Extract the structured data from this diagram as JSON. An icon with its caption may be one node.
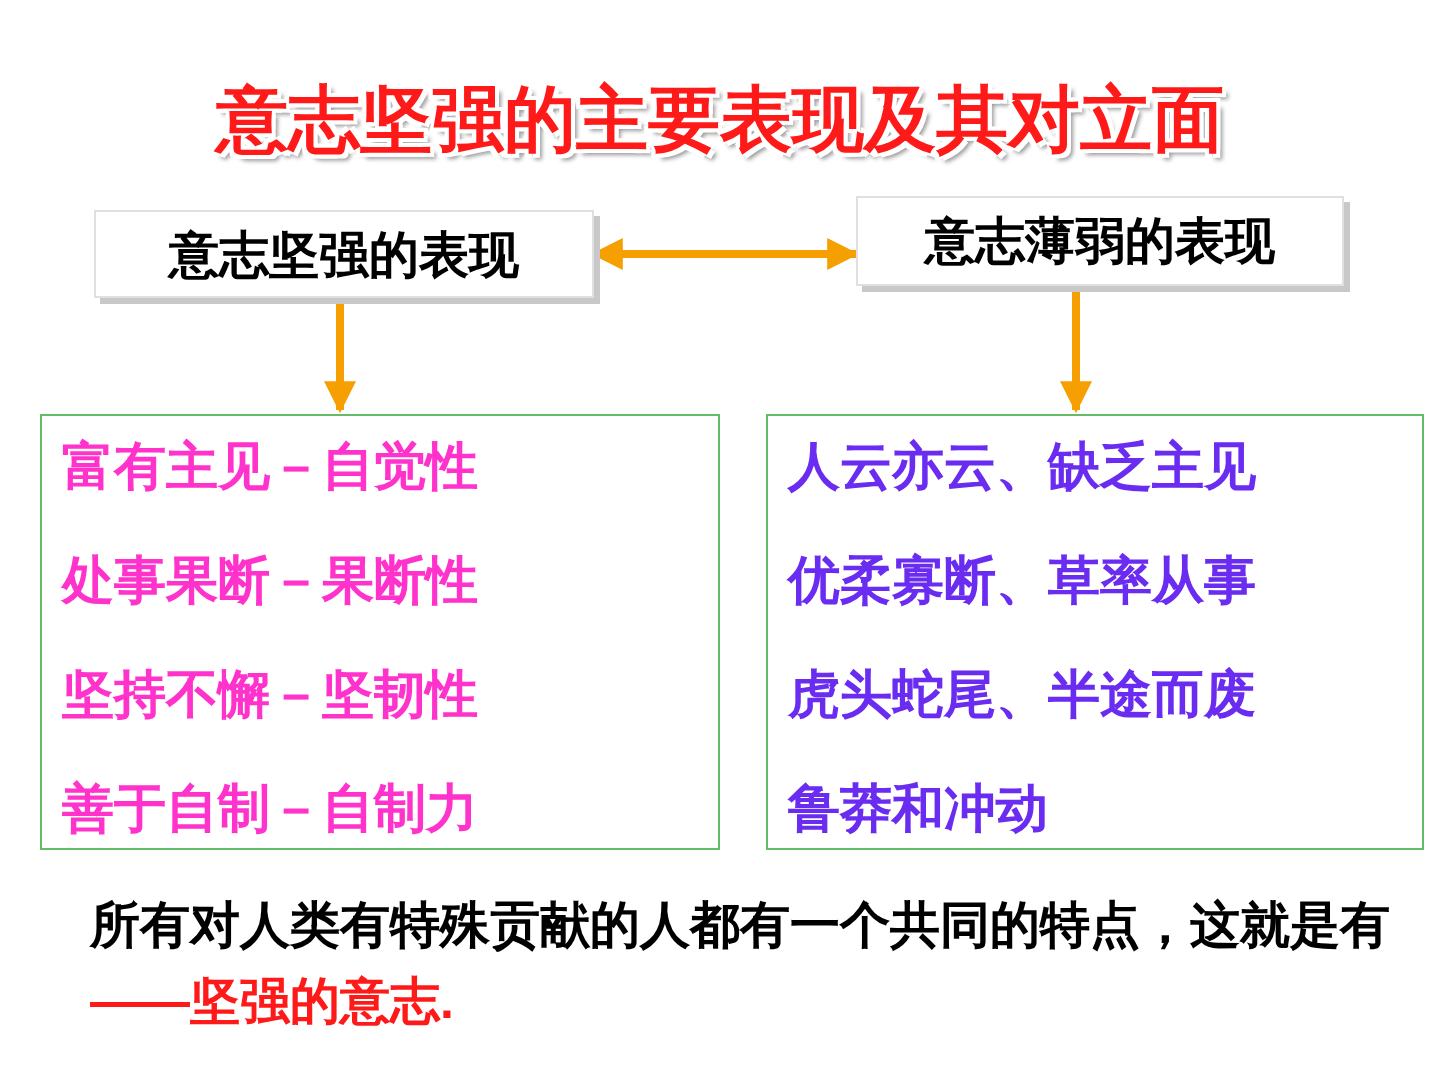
{
  "diagram": {
    "title": "意志坚强的主要表现及其对立面",
    "nodes": [
      {
        "text": [
          "意志坚强的表现"
        ]
      },
      {
        "text": [
          "意志薄弱的表现"
        ]
      },
      {
        "text": [
          "富有主见－自觉性",
          "处事果断－果断性",
          "坚持不懈－坚韧性",
          "善于自制－自制力"
        ]
      },
      {
        "text": [
          "人云亦云、缺乏主见",
          "优柔寡断、草率从事",
          "虎头蛇尾、半途而废",
          "鲁莽和冲动"
        ]
      }
    ],
    "edges": [
      {
        "from": 0,
        "to": 1,
        "arrow": "both"
      },
      {
        "from": 0,
        "to": 2,
        "arrow": "to"
      },
      {
        "from": 1,
        "to": 3,
        "arrow": "to"
      }
    ],
    "labels": [
      "所有对人类有特殊贡献的人都有一个共同的特点，这就是有",
      "——坚强的意志."
    ]
  }
}
